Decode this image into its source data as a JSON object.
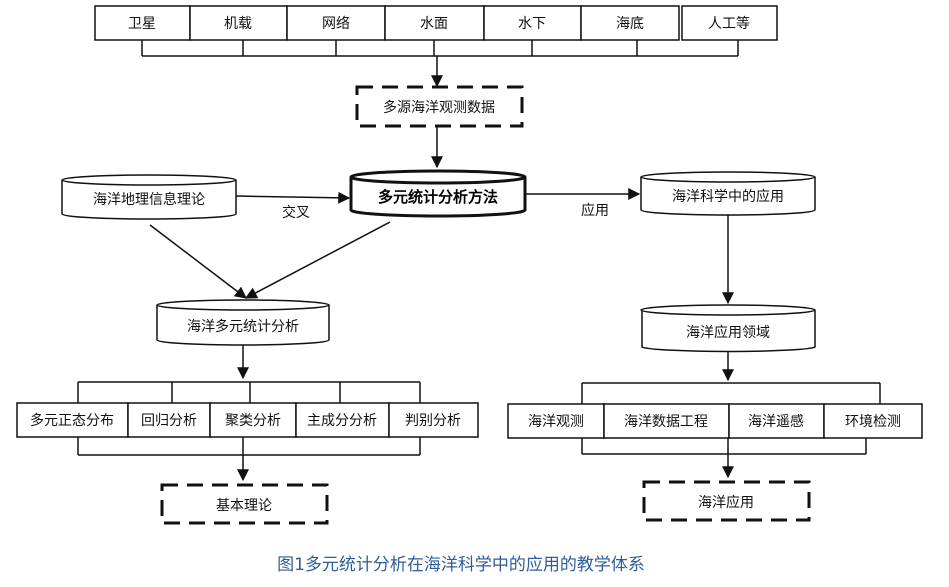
{
  "sources": [
    "卫星",
    "机载",
    "网络",
    "水面",
    "水下",
    "海底",
    "人工等"
  ],
  "multi_source_data": "多源海洋观测数据",
  "gis_theory": "海洋地理信息理论",
  "method": "多元统计分析方法",
  "ocean_application": "海洋科学中的应用",
  "label_cross": "交叉",
  "label_apply": "应用",
  "ocean_multivariate": "海洋多元统计分析",
  "application_field": "海洋应用领域",
  "analysis_methods": [
    "多元正态分布",
    "回归分析",
    "聚类分析",
    "主成分分析",
    "判别分析"
  ],
  "application_domains": [
    "海洋观测",
    "海洋数据工程",
    "海洋遥感",
    "环境检测"
  ],
  "basic_theory": "基本理论",
  "ocean_app": "海洋应用",
  "caption": "图1多元统计分析在海洋科学中的应用的教学体系",
  "colors": {
    "caption": "#2E5C9A",
    "stroke": "#111111"
  }
}
